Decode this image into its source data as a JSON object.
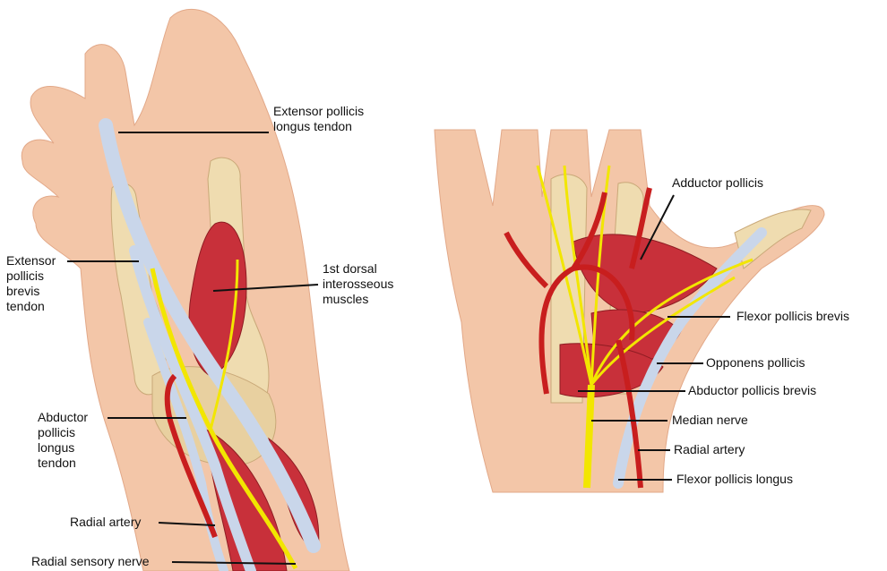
{
  "left_figure": {
    "labels": {
      "epl": [
        "Extensor pollicis",
        "longus tendon"
      ],
      "epb": [
        "Extensor",
        "pollicis",
        "brevis",
        "tendon"
      ],
      "fdi": [
        "1st dorsal",
        "interosseous",
        "muscles"
      ],
      "apl": [
        "Abductor",
        "pollicis",
        "longus",
        "tendon"
      ],
      "radial_artery": "Radial artery",
      "radial_sensory_nerve": "Radial sensory nerve"
    }
  },
  "right_figure": {
    "labels": {
      "adductor": "Adductor pollicis",
      "fpb": "Flexor pollicis brevis",
      "opponens": "Opponens pollicis",
      "apb": "Abductor pollicis brevis",
      "median_nerve": "Median nerve",
      "radial_artery": "Radial artery",
      "fpl": "Flexor pollicis longus"
    }
  },
  "colors": {
    "skin": "#f3c6a8",
    "bone": "#efdcb0",
    "tendon": "#c9d6ea",
    "muscle": "#c8303a",
    "nerve": "#f2e600",
    "artery": "#c81e1e"
  }
}
